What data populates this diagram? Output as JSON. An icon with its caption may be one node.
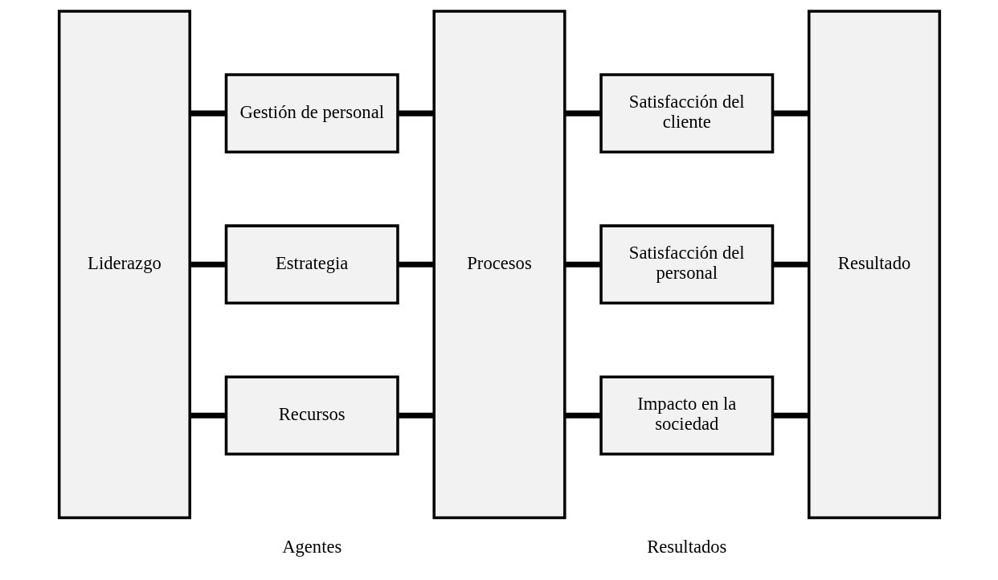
{
  "diagram": {
    "nodes": [
      {
        "text": [
          "Liderazgo"
        ]
      },
      {
        "text": [
          "Gestión de personal"
        ]
      },
      {
        "text": [
          "Estrategia"
        ]
      },
      {
        "text": [
          "Recursos"
        ]
      },
      {
        "text": [
          "Procesos"
        ]
      },
      {
        "text": [
          "Satisfacción del cliente"
        ]
      },
      {
        "text": [
          "Satisfacción del personal"
        ]
      },
      {
        "text": [
          "Impacto en la sociedad"
        ]
      },
      {
        "text": [
          "Resultado"
        ]
      }
    ],
    "edges": [
      {
        "from": 0,
        "to": 1,
        "arrow": "none"
      },
      {
        "from": 0,
        "to": 2,
        "arrow": "none"
      },
      {
        "from": 0,
        "to": 3,
        "arrow": "none"
      },
      {
        "from": 1,
        "to": 4,
        "arrow": "none"
      },
      {
        "from": 2,
        "to": 4,
        "arrow": "none"
      },
      {
        "from": 3,
        "to": 4,
        "arrow": "none"
      },
      {
        "from": 4,
        "to": 5,
        "arrow": "none"
      },
      {
        "from": 4,
        "to": 6,
        "arrow": "none"
      },
      {
        "from": 4,
        "to": 7,
        "arrow": "none"
      },
      {
        "from": 5,
        "to": 8,
        "arrow": "none"
      },
      {
        "from": 6,
        "to": 8,
        "arrow": "none"
      },
      {
        "from": 7,
        "to": 8,
        "arrow": "none"
      }
    ],
    "labels": [
      "Agentes",
      "Resultados"
    ]
  }
}
